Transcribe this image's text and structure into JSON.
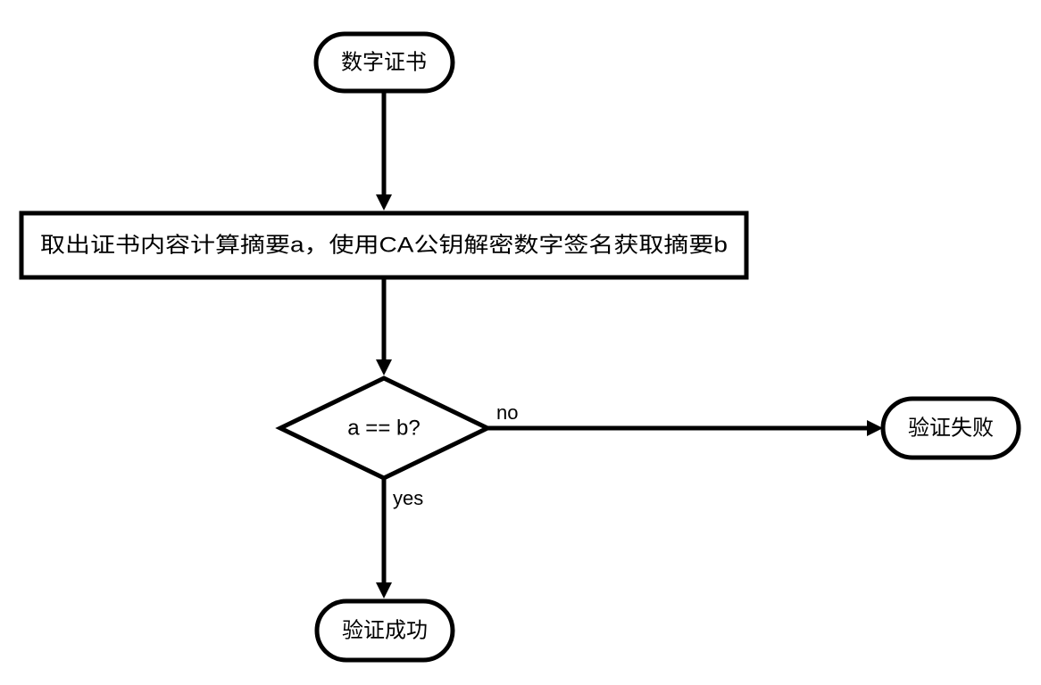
{
  "nodes": {
    "start": {
      "label": "数字证书"
    },
    "process": {
      "label": "取出证书内容计算摘要a，使用CA公钥解密数字签名获取摘要b"
    },
    "decision": {
      "label": "a == b?"
    },
    "fail": {
      "label": "验证失败"
    },
    "success": {
      "label": "验证成功"
    }
  },
  "edges": {
    "no_label": "no",
    "yes_label": "yes"
  },
  "colors": {
    "stroke": "#000000",
    "fill": "#ffffff"
  }
}
